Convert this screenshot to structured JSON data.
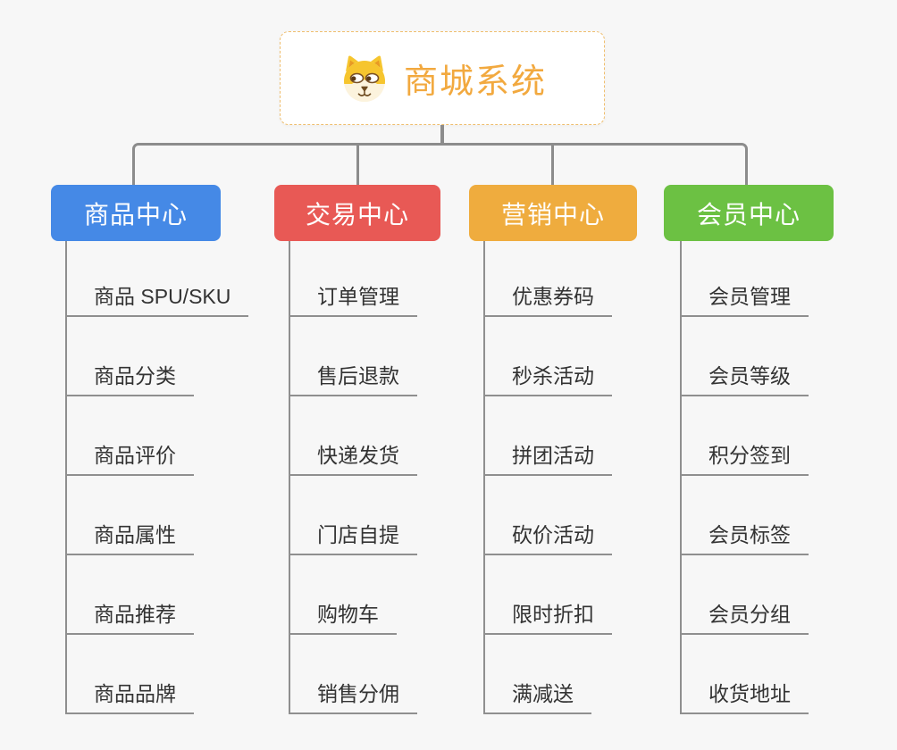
{
  "page": {
    "background_color": "#f7f7f7",
    "connector_color": "#8c8c8c"
  },
  "root": {
    "title": "商城系统",
    "icon": "shiba-dog-icon",
    "text_color": "#f2a93f",
    "border_color": "#efbe6e"
  },
  "branches": [
    {
      "label": "商品中心",
      "color": "#4589e6",
      "children": [
        "商品 SPU/SKU",
        "商品分类",
        "商品评价",
        "商品属性",
        "商品推荐",
        "商品品牌"
      ]
    },
    {
      "label": "交易中心",
      "color": "#e85955",
      "children": [
        "订单管理",
        "售后退款",
        "快递发货",
        "门店自提",
        "购物车",
        "销售分佣"
      ]
    },
    {
      "label": "营销中心",
      "color": "#efac3e",
      "children": [
        "优惠券码",
        "秒杀活动",
        "拼团活动",
        "砍价活动",
        "限时折扣",
        "满减送"
      ]
    },
    {
      "label": "会员中心",
      "color": "#6cc143",
      "children": [
        "会员管理",
        "会员等级",
        "积分签到",
        "会员标签",
        "会员分组",
        "收货地址"
      ]
    }
  ]
}
